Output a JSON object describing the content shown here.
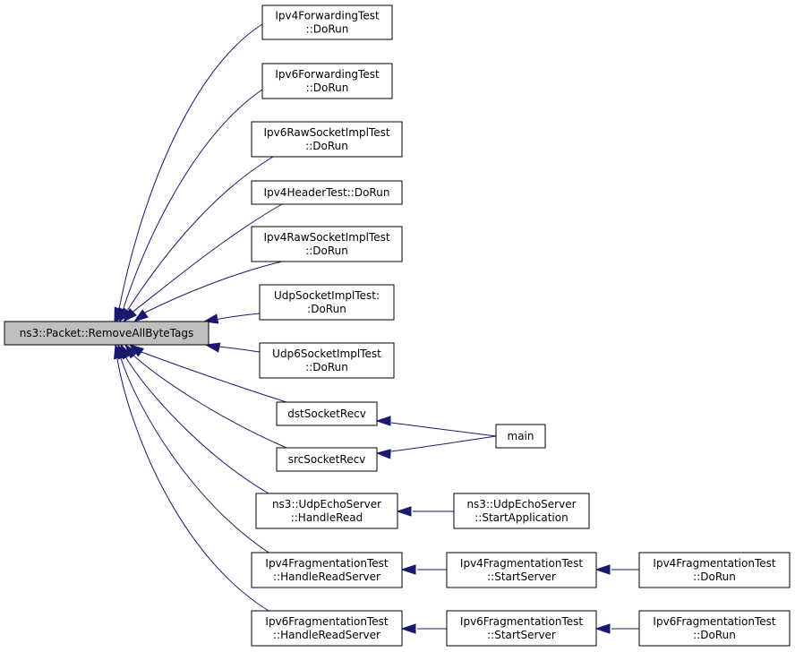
{
  "graph": {
    "root": {
      "id": "root",
      "lines": [
        "ns3::Packet::RemoveAllByteTags"
      ]
    },
    "nodes": [
      {
        "id": "n1",
        "lines": [
          "Ipv4ForwardingTest",
          "::DoRun"
        ]
      },
      {
        "id": "n2",
        "lines": [
          "Ipv6ForwardingTest",
          "::DoRun"
        ]
      },
      {
        "id": "n3",
        "lines": [
          "Ipv6RawSocketImplTest",
          "::DoRun"
        ]
      },
      {
        "id": "n4",
        "lines": [
          "Ipv4HeaderTest::DoRun"
        ]
      },
      {
        "id": "n5",
        "lines": [
          "Ipv4RawSocketImplTest",
          "::DoRun"
        ]
      },
      {
        "id": "n6",
        "lines": [
          "UdpSocketImplTest:",
          ":DoRun"
        ]
      },
      {
        "id": "n7",
        "lines": [
          "Udp6SocketImplTest",
          "::DoRun"
        ]
      },
      {
        "id": "n8",
        "lines": [
          "dstSocketRecv"
        ]
      },
      {
        "id": "n9",
        "lines": [
          "srcSocketRecv"
        ]
      },
      {
        "id": "n10",
        "lines": [
          "ns3::UdpEchoServer",
          "::HandleRead"
        ]
      },
      {
        "id": "n11",
        "lines": [
          "Ipv4FragmentationTest",
          "::HandleReadServer"
        ]
      },
      {
        "id": "n12",
        "lines": [
          "Ipv6FragmentationTest",
          "::HandleReadServer"
        ]
      },
      {
        "id": "n13",
        "lines": [
          "main"
        ]
      },
      {
        "id": "n14",
        "lines": [
          "ns3::UdpEchoServer",
          "::StartApplication"
        ]
      },
      {
        "id": "n15",
        "lines": [
          "Ipv4FragmentationTest",
          "::StartServer"
        ]
      },
      {
        "id": "n16",
        "lines": [
          "Ipv6FragmentationTest",
          "::StartServer"
        ]
      },
      {
        "id": "n17",
        "lines": [
          "Ipv4FragmentationTest",
          "::DoRun"
        ]
      },
      {
        "id": "n18",
        "lines": [
          "Ipv6FragmentationTest",
          "::DoRun"
        ]
      }
    ],
    "edges": [
      {
        "from": "n1",
        "to": "root"
      },
      {
        "from": "n2",
        "to": "root"
      },
      {
        "from": "n3",
        "to": "root"
      },
      {
        "from": "n4",
        "to": "root"
      },
      {
        "from": "n5",
        "to": "root"
      },
      {
        "from": "n6",
        "to": "root"
      },
      {
        "from": "n7",
        "to": "root"
      },
      {
        "from": "n8",
        "to": "root"
      },
      {
        "from": "n9",
        "to": "root"
      },
      {
        "from": "n10",
        "to": "root"
      },
      {
        "from": "n11",
        "to": "root"
      },
      {
        "from": "n12",
        "to": "root"
      },
      {
        "from": "n13",
        "to": "n8"
      },
      {
        "from": "n13",
        "to": "n9"
      },
      {
        "from": "n14",
        "to": "n10"
      },
      {
        "from": "n15",
        "to": "n11"
      },
      {
        "from": "n16",
        "to": "n12"
      },
      {
        "from": "n17",
        "to": "n15"
      },
      {
        "from": "n18",
        "to": "n16"
      }
    ],
    "colors": {
      "edge": "#191970",
      "root_fill": "#bfbfbf",
      "node_fill": "#ffffff",
      "border": "#000000"
    }
  }
}
